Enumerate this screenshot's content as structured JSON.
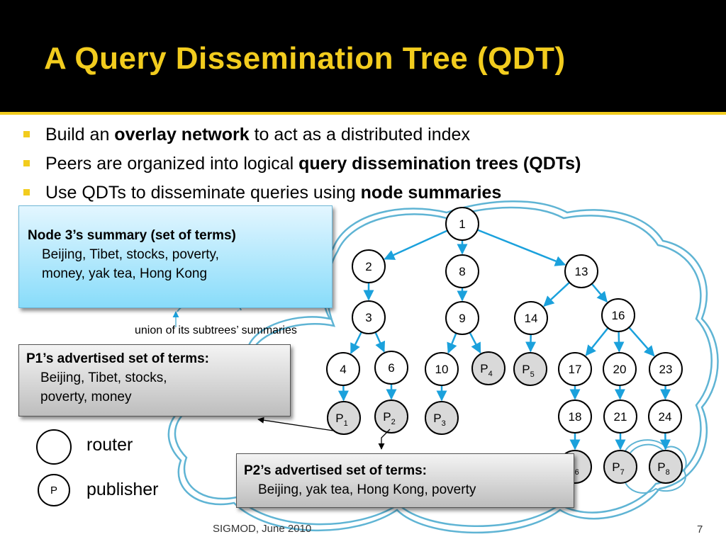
{
  "slide": {
    "title": "A Query Dissemination Tree (QDT)",
    "accent_color": "#f2cc1e",
    "edge_color": "#1ba1dc",
    "bullets": [
      {
        "pre": "Build an ",
        "bold": "overlay network",
        "post": " to act as a distributed index"
      },
      {
        "pre": "Peers are organized into logical ",
        "bold": "query dissemination trees (QDTs)",
        "post": ""
      },
      {
        "pre": "Use QDTs to disseminate queries using ",
        "bold": "node summaries",
        "post": ""
      }
    ],
    "footer": "SIGMOD, June 2010",
    "page_number": "7"
  },
  "node3_box": {
    "heading": "Node 3’s summary (set of terms)",
    "line1": "Beijing, Tibet, stocks, poverty,",
    "line2": "money, yak tea, Hong Kong"
  },
  "union_label": "union of its subtrees’ summaries",
  "p1_box": {
    "heading": "P1’s advertised set of terms:",
    "line1": "Beijing, Tibet, stocks,",
    "line2": "poverty, money"
  },
  "p2_box": {
    "heading": "P2’s advertised set of terms:",
    "line1": "Beijing, yak tea, Hong Kong,  poverty"
  },
  "legend": {
    "router_label": "router",
    "publisher_label": "publisher",
    "publisher_symbol": "P"
  },
  "tree": {
    "routers": [
      {
        "id": "r1",
        "label": "1"
      },
      {
        "id": "r2",
        "label": "2"
      },
      {
        "id": "r8",
        "label": "8"
      },
      {
        "id": "r13",
        "label": "13"
      },
      {
        "id": "r3",
        "label": "3"
      },
      {
        "id": "r9",
        "label": "9"
      },
      {
        "id": "r14",
        "label": "14"
      },
      {
        "id": "r16",
        "label": "16"
      },
      {
        "id": "r4",
        "label": "4"
      },
      {
        "id": "r6",
        "label": "6"
      },
      {
        "id": "r10",
        "label": "10"
      },
      {
        "id": "r17",
        "label": "17"
      },
      {
        "id": "r20",
        "label": "20"
      },
      {
        "id": "r23",
        "label": "23"
      },
      {
        "id": "r18",
        "label": "18"
      },
      {
        "id": "r21",
        "label": "21"
      },
      {
        "id": "r24",
        "label": "24"
      }
    ],
    "publishers": [
      {
        "id": "p1",
        "label": "P",
        "sub": "1"
      },
      {
        "id": "p2",
        "label": "P",
        "sub": "2"
      },
      {
        "id": "p3",
        "label": "P",
        "sub": "3"
      },
      {
        "id": "p4",
        "label": "P",
        "sub": "4"
      },
      {
        "id": "p5",
        "label": "P",
        "sub": "5"
      },
      {
        "id": "p6",
        "label": "P",
        "sub": "6"
      },
      {
        "id": "p7",
        "label": "P",
        "sub": "7"
      },
      {
        "id": "p8",
        "label": "P",
        "sub": "8"
      }
    ],
    "edges": [
      [
        "r1",
        "r2"
      ],
      [
        "r1",
        "r8"
      ],
      [
        "r1",
        "r13"
      ],
      [
        "r2",
        "r3"
      ],
      [
        "r8",
        "r9"
      ],
      [
        "r13",
        "r14"
      ],
      [
        "r13",
        "r16"
      ],
      [
        "r3",
        "r4"
      ],
      [
        "r3",
        "r6"
      ],
      [
        "r9",
        "r10"
      ],
      [
        "r9",
        "p4"
      ],
      [
        "r14",
        "p5"
      ],
      [
        "r16",
        "r17"
      ],
      [
        "r16",
        "r20"
      ],
      [
        "r16",
        "r23"
      ],
      [
        "r4",
        "p1"
      ],
      [
        "r6",
        "p2"
      ],
      [
        "r10",
        "p3"
      ],
      [
        "r17",
        "r18"
      ],
      [
        "r20",
        "r21"
      ],
      [
        "r23",
        "r24"
      ],
      [
        "r18",
        "p6"
      ],
      [
        "r21",
        "p7"
      ],
      [
        "r24",
        "p8"
      ]
    ]
  }
}
